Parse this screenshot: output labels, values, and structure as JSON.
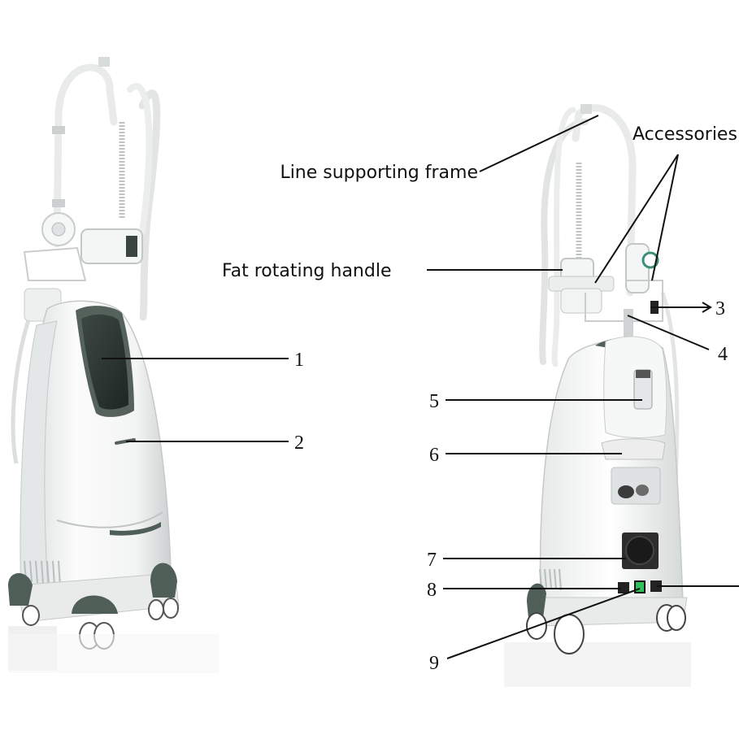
{
  "labels": {
    "line_supporting_frame": "Line supporting frame",
    "accessories": "Accessories",
    "fat_rotating_handle": "Fat rotating handle"
  },
  "callouts": [
    "1",
    "2",
    "3",
    "4",
    "5",
    "6",
    "7",
    "8",
    "9"
  ],
  "colors": {
    "body_white": "#f2f3f3",
    "trim_dark": "#4f5e56",
    "screen": "#2f3a36",
    "leader": "#111111",
    "indicator_green": "#2fbf5a"
  }
}
